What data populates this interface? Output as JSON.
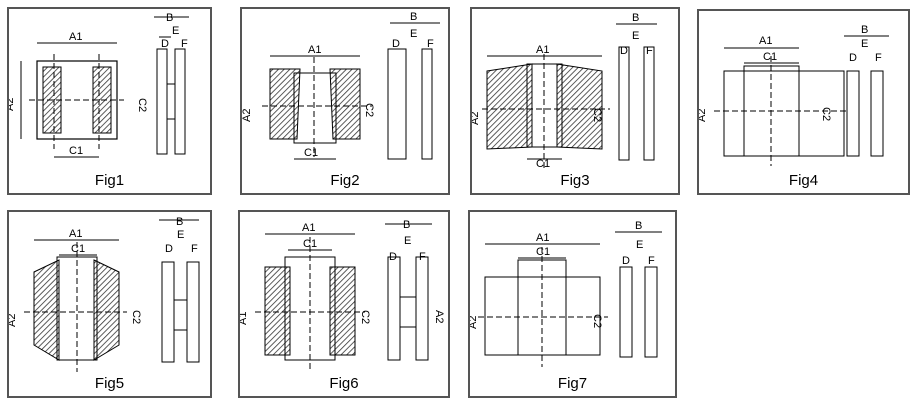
{
  "figures": [
    {
      "caption": "Fig1",
      "hatched": true
    },
    {
      "caption": "Fig2",
      "hatched": true
    },
    {
      "caption": "Fig3",
      "hatched": true
    },
    {
      "caption": "Fig4",
      "hatched": false
    },
    {
      "caption": "Fig5",
      "hatched": true
    },
    {
      "caption": "Fig6",
      "hatched": true
    },
    {
      "caption": "Fig7",
      "hatched": false
    }
  ],
  "dimension_labels": {
    "A1": "A1",
    "A2": "A2",
    "B": "B",
    "C1": "C1",
    "C2": "C2",
    "D": "D",
    "E": "E",
    "F": "F"
  },
  "colors": {
    "line": "#000000",
    "border": "#555555",
    "hatch": "#333333"
  }
}
